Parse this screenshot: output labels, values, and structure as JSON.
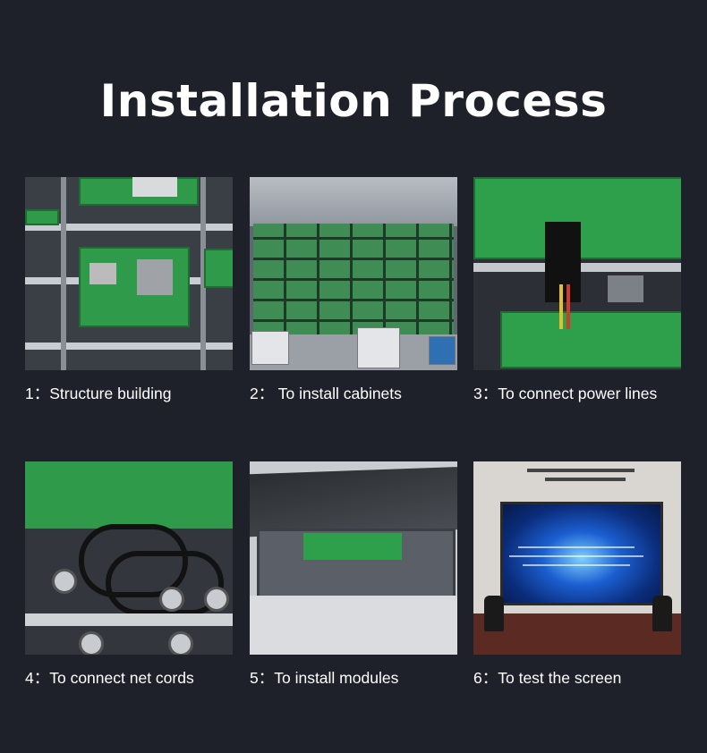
{
  "title": "Installation Process",
  "steps": [
    {
      "caption": "1：Structure building",
      "image": "structure-building-photo"
    },
    {
      "caption": "2： To install cabinets",
      "image": "install-cabinets-photo"
    },
    {
      "caption": "3：To connect power lines",
      "image": "connect-power-lines-photo"
    },
    {
      "caption": "4：To connect net cords",
      "image": "connect-net-cords-photo"
    },
    {
      "caption": "5：To install modules",
      "image": "install-modules-photo"
    },
    {
      "caption": "6：To test the screen",
      "image": "test-screen-photo"
    }
  ],
  "colors": {
    "background": "#1e2129",
    "text": "#ffffff",
    "pcb_green": "#2f9a4a"
  }
}
